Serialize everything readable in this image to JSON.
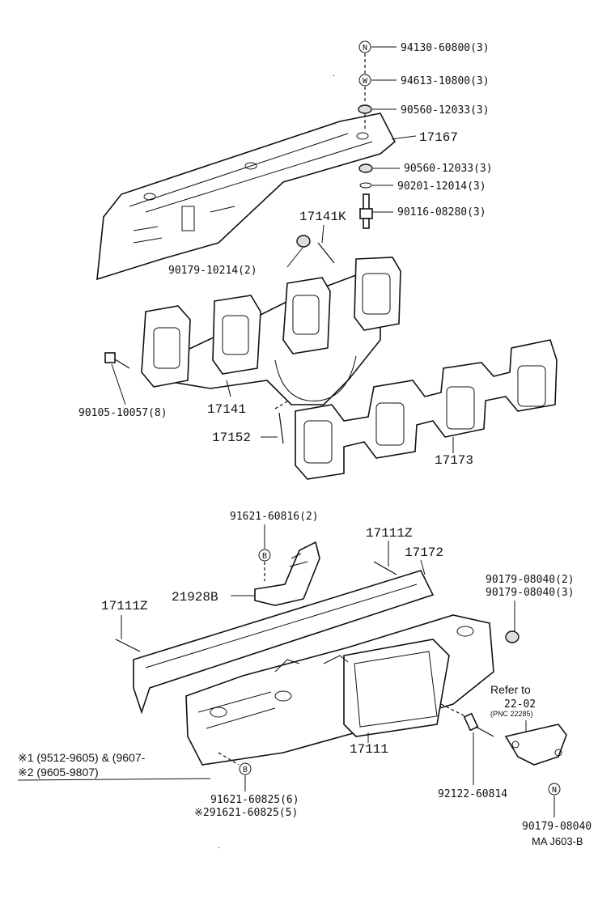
{
  "parts": {
    "p94130": "94130-60800(3)",
    "p94613": "94613-10800(3)",
    "p90560a": "90560-12033(3)",
    "p17167": "17167",
    "p90560b": "90560-12033(3)",
    "p90201": "90201-12014(3)",
    "p90116": "90116-08280(3)",
    "p17141K": "17141K",
    "p90179a": "90179-10214(2)",
    "p90105": "90105-10057(8)",
    "p17141": "17141",
    "p17152": "17152",
    "p17173": "17173",
    "p91621a": "91621-60816(2)",
    "p17111Za": "17111Z",
    "p17172": "17172",
    "p21928B": "21928B",
    "p17111Zb": "17111Z",
    "p90179b1": "90179-08040(2)",
    "p90179b2": "90179-08040(3)",
    "refer_to": "Refer to",
    "ref_num": "22-02",
    "ref_pnc": "(PNC 22285)",
    "p17111": "17111",
    "p92122": "92122-60814",
    "p91621b": "91621-60825(6)",
    "p91621c": "※291621-60825(5)",
    "p90179c": "90179-08040",
    "diagram_id": "MA J603-B"
  },
  "notes": {
    "n1": "※1 (9512-9605) & (9607-",
    "n2": "※2 (9605-9807)"
  },
  "callouts": {
    "N": "N",
    "W": "W",
    "B": "B"
  }
}
